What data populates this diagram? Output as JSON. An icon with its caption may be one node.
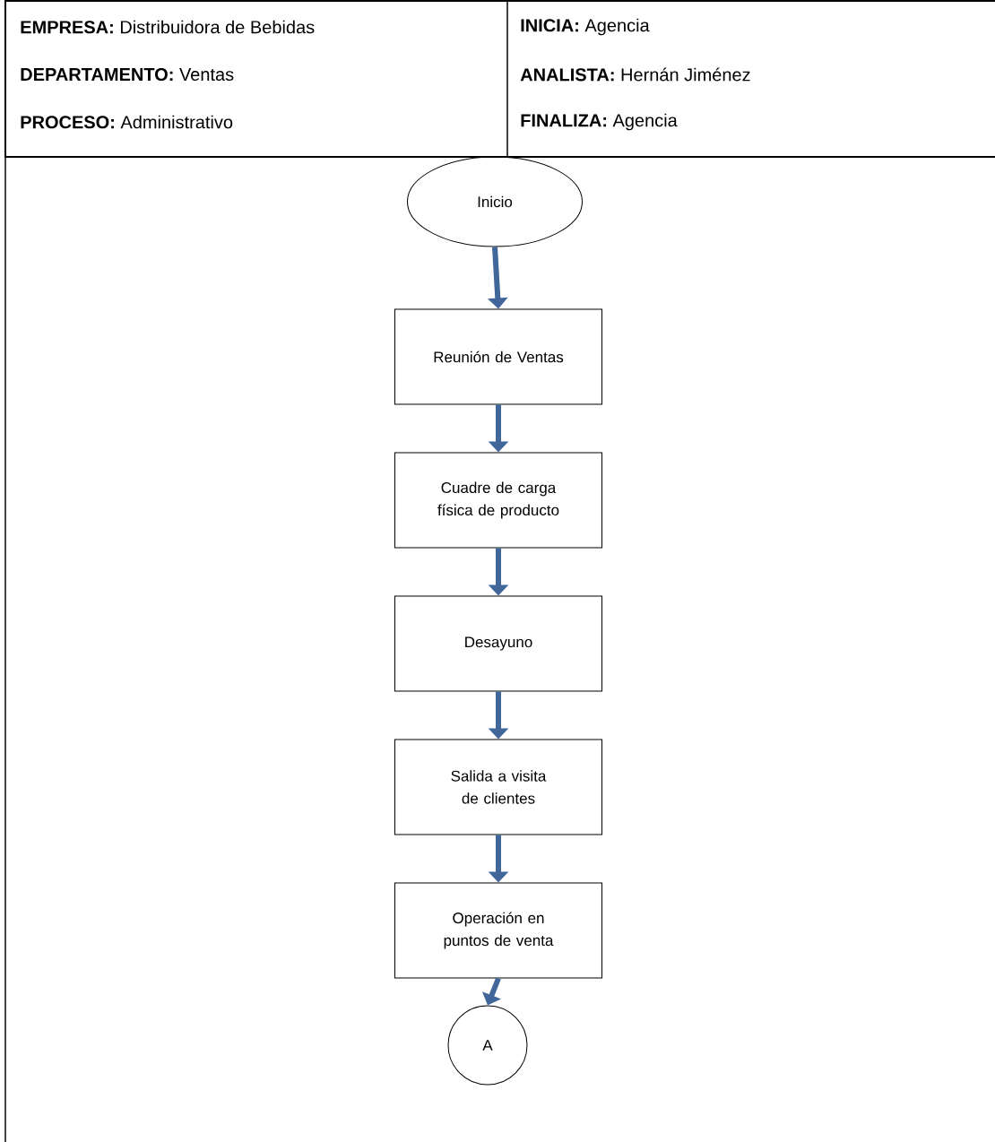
{
  "diagram": {
    "nodes": [
      {
        "text": [
          "Inicio"
        ]
      },
      {
        "text": [
          "Reunión de Ventas"
        ]
      },
      {
        "text": [
          "Cuadre de carga física de producto"
        ]
      },
      {
        "text": [
          "Desayuno"
        ]
      },
      {
        "text": [
          "Salida a visita de clientes"
        ]
      },
      {
        "text": [
          "Operación en puntos de venta"
        ]
      },
      {
        "text": [
          "A"
        ]
      }
    ],
    "edges": [
      {
        "from": 0,
        "to": 1,
        "arrow": "to"
      },
      {
        "from": 1,
        "to": 2,
        "arrow": "to"
      },
      {
        "from": 2,
        "to": 3,
        "arrow": "to"
      },
      {
        "from": 3,
        "to": 4,
        "arrow": "to"
      },
      {
        "from": 4,
        "to": 5,
        "arrow": "to"
      },
      {
        "from": 5,
        "to": 6,
        "arrow": "to"
      }
    ],
    "labels": [
      "**EMPRESA:** Distribuidora de Bebidas",
      "**INICIA:** Agencia",
      "**DEPARTAMENTO:** Ventas",
      "**ANALISTA:** Hernán Jiménez",
      "**PROCESO:** Administrativo",
      "**FINALIZA:** Agencia"
    ]
  }
}
